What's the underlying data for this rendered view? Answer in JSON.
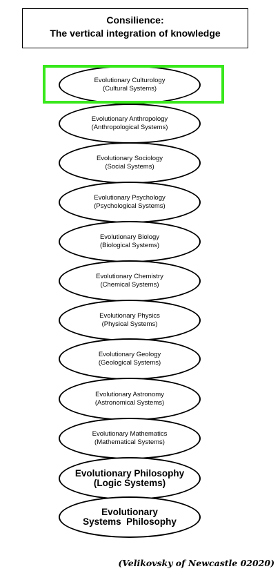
{
  "title": {
    "line1": "Consilience:",
    "line2": "The vertical integration of knowledge"
  },
  "levels": [
    {
      "line1": "Evolutionary Culturology",
      "line2": "(Cultural Systems)",
      "highlighted": true
    },
    {
      "line1": "Evolutionary Anthropology",
      "line2": "(Anthropological Systems)"
    },
    {
      "line1": "Evolutionary Sociology",
      "line2": "(Social Systems)"
    },
    {
      "line1": "Evolutionary Psychology",
      "line2": "(Psychological Systems)"
    },
    {
      "line1": "Evolutionary Biology",
      "line2": "(Biological Systems)"
    },
    {
      "line1": "Evolutionary Chemistry",
      "line2": "(Chemical Systems)"
    },
    {
      "line1": "Evolutionary Physics",
      "line2": "(Physical Systems)"
    },
    {
      "line1": "Evolutionary Geology",
      "line2": "(Geological Systems)"
    },
    {
      "line1": "Evolutionary Astronomy",
      "line2": "(Astronomical Systems)"
    },
    {
      "line1": "Evolutionary Mathematics",
      "line2": "(Mathematical Systems)"
    },
    {
      "line1": "Evolutionary Philosophy",
      "line2": "(Logic Systems)"
    },
    {
      "line1": "Evolutionary",
      "line2": "Systems  Philosophy"
    }
  ],
  "highlight_color": "#39e81c",
  "credit": "(Velikovsky of Newcastle 02020)"
}
